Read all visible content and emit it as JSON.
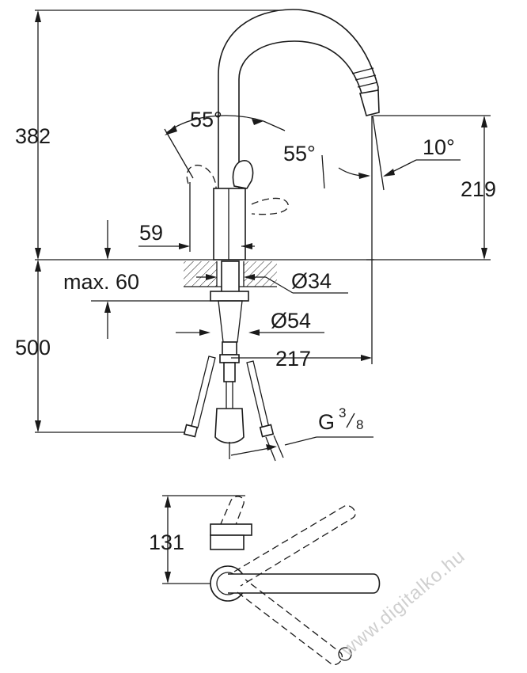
{
  "dimensions": {
    "height_above_counter": "382",
    "spout_height": "219",
    "handle_swing": "55°",
    "spout_swing": "55°",
    "spout_tilt": "10°",
    "handle_clearance": "59",
    "counter_thickness": "max. 60",
    "hole_diameter": "Ø34",
    "base_diameter": "Ø54",
    "spout_reach": "217",
    "hose_length": "500",
    "thread_letter": "G",
    "thread_num": "3",
    "thread_den": "8",
    "top_view_depth": "131"
  },
  "watermark": "www.digitalko.hu"
}
